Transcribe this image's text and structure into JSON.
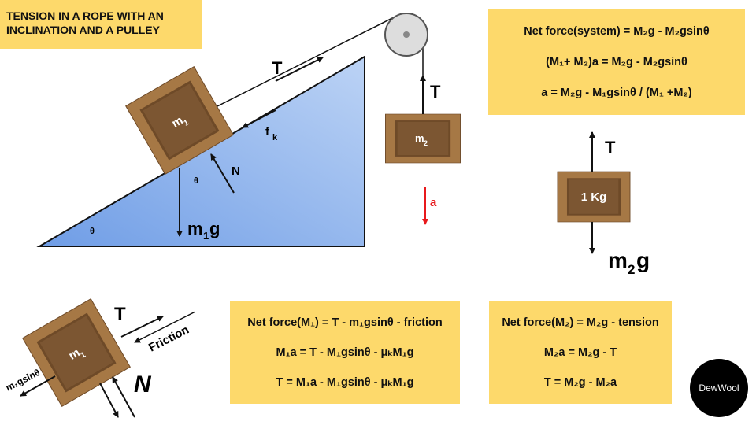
{
  "title": "TENSION IN A ROPE WITH AN INCLINATION AND A PULLEY",
  "title_lines": [
    "TENSION IN A ROPE WITH AN",
    "INCLINATION AND A PULLEY"
  ],
  "diagram": {
    "tension_label": "T",
    "friction_label": "f",
    "friction_sub": "k",
    "normal_label": "N",
    "theta_label": "θ",
    "weight1_label": "m",
    "weight1_sub": "1",
    "weight1_suffix": "g",
    "mass1_label": "m",
    "mass1_sub": "1",
    "mass2_label": "m",
    "mass2_sub": "2",
    "accel_label": "a",
    "accel_color": "#e8191c"
  },
  "hanging_block": {
    "label": "1 Kg",
    "tension_label": "T",
    "weight_label": "m",
    "weight_sub": "2",
    "weight_suffix": "g"
  },
  "free_body": {
    "tension_label": "T",
    "friction_label": "Friction",
    "component_label": "m₁gsinθ",
    "normal_label": "N",
    "mass_label": "m",
    "mass_sub": "1"
  },
  "system_equations": [
    "Net force(system) = M₂g - M₂gsinθ",
    "(M₁+ M₂)a = M₂g - M₂gsinθ",
    "a = M₂g - M₁gsinθ / (M₁ +M₂)"
  ],
  "m1_equations": [
    "Net force(M₁) = T - m₁gsinθ - friction",
    "M₁a = T - M₁gsinθ - μₖM₁g",
    "T = M₁a - M₁gsinθ - μₖM₁g"
  ],
  "m2_equations": [
    "Net force(M₂) = M₂g - tension",
    "M₂a =   M₂g - T",
    "T = M₂g - M₂a"
  ],
  "logo": "DewWool",
  "colors": {
    "box": "#fdd96b",
    "incline": "#8fb5ee",
    "crate": "#8b5e34"
  }
}
